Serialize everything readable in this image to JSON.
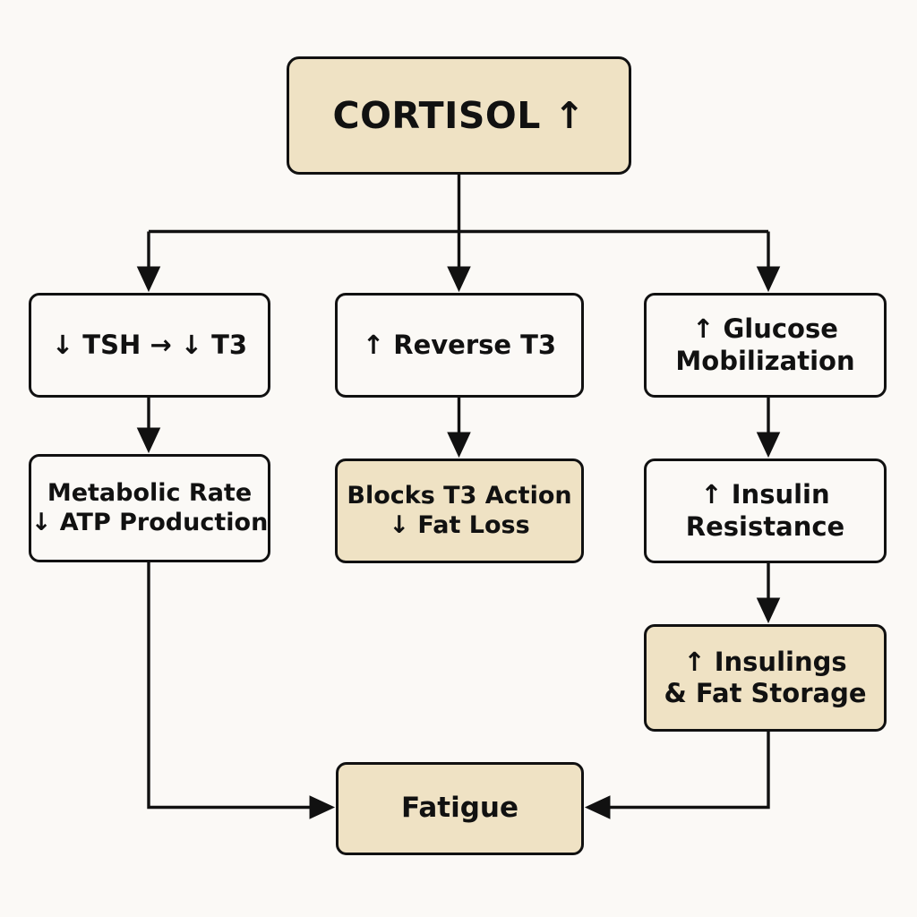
{
  "diagram": {
    "title": "Cortisol metabolic cascade flowchart",
    "background_color": "#FBF9F6",
    "accent_fill": "#EFE2C4",
    "node_fill": "#FBF9F6",
    "stroke_color": "#111111"
  },
  "nodes": {
    "cortisol": {
      "lines": [
        "CORTISOL ↑"
      ],
      "fill": "#EFE2C4",
      "emphasis": "primary"
    },
    "tsh_t3": {
      "lines": [
        "↓ TSH → ↓ T3"
      ],
      "fill": "#FBF9F6"
    },
    "reverse_t3": {
      "lines": [
        "↑ Reverse T3"
      ],
      "fill": "#FBF9F6"
    },
    "glucose_mobilization": {
      "lines": [
        "↑ Glucose",
        "Mobilization"
      ],
      "fill": "#FBF9F6"
    },
    "metabolic_rate": {
      "lines": [
        "Metabolic Rate",
        "↓ ATP Production"
      ],
      "fill": "#FBF9F6"
    },
    "blocks_t3": {
      "lines": [
        "Blocks T3 Action",
        "↓ Fat Loss"
      ],
      "fill": "#EFE2C4"
    },
    "insulin_resistance": {
      "lines": [
        "↑ Insulin",
        "Resistance"
      ],
      "fill": "#FBF9F6"
    },
    "insulings_fat_storage": {
      "lines": [
        "↑ Insulings",
        "& Fat Storage"
      ],
      "fill": "#EFE2C4"
    },
    "fatigue": {
      "lines": [
        "Fatigue"
      ],
      "fill": "#EFE2C4"
    }
  },
  "edges": [
    {
      "from": "cortisol",
      "to": "tsh_t3",
      "style": "elbow-down"
    },
    {
      "from": "cortisol",
      "to": "reverse_t3",
      "style": "straight-down"
    },
    {
      "from": "cortisol",
      "to": "glucose_mobilization",
      "style": "elbow-down"
    },
    {
      "from": "tsh_t3",
      "to": "metabolic_rate",
      "style": "straight-down"
    },
    {
      "from": "reverse_t3",
      "to": "blocks_t3",
      "style": "straight-down"
    },
    {
      "from": "glucose_mobilization",
      "to": "insulin_resistance",
      "style": "straight-down"
    },
    {
      "from": "insulin_resistance",
      "to": "insulings_fat_storage",
      "style": "straight-down"
    },
    {
      "from": "metabolic_rate",
      "to": "fatigue",
      "style": "elbow-right"
    },
    {
      "from": "insulings_fat_storage",
      "to": "fatigue",
      "style": "elbow-left"
    }
  ]
}
